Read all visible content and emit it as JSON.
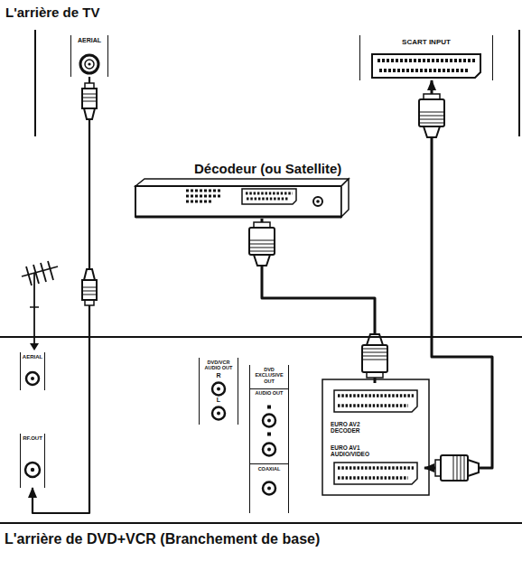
{
  "diagram": {
    "nodes": [
      {
        "text": [
          "L'arrière de TV"
        ]
      },
      {
        "text": [
          "AERIAL"
        ],
        "in": 0
      },
      {
        "text": [
          "SCART INPUT"
        ],
        "in": 0
      },
      {
        "text": [
          "Décodeur (ou Satellite)"
        ]
      },
      {
        "text": [
          "L'arrière de DVD+VCR (Branchement de base)"
        ]
      },
      {
        "text": [
          "AERIAL"
        ],
        "in": 4
      },
      {
        "text": [
          "RF.OUT"
        ],
        "in": 4
      },
      {
        "text": [
          "DVD/VCR AUDIO OUT",
          "R",
          "L"
        ],
        "in": 4
      },
      {
        "text": [
          "DVD EXCLUSIVE OUT",
          "AUDIO OUT",
          "COAXIAL"
        ],
        "in": 4
      },
      {
        "text": [
          "EURO AV2 DECODER"
        ],
        "in": 4
      },
      {
        "text": [
          "EURO AV1 AUDIO/VIDEO"
        ],
        "in": 4
      }
    ],
    "edges": [
      {
        "from": 1,
        "to": 6,
        "arrow": "to"
      },
      {
        "from": 3,
        "to": 9,
        "arrow": "none"
      },
      {
        "from": 2,
        "to": 10,
        "arrow": "both"
      }
    ]
  }
}
